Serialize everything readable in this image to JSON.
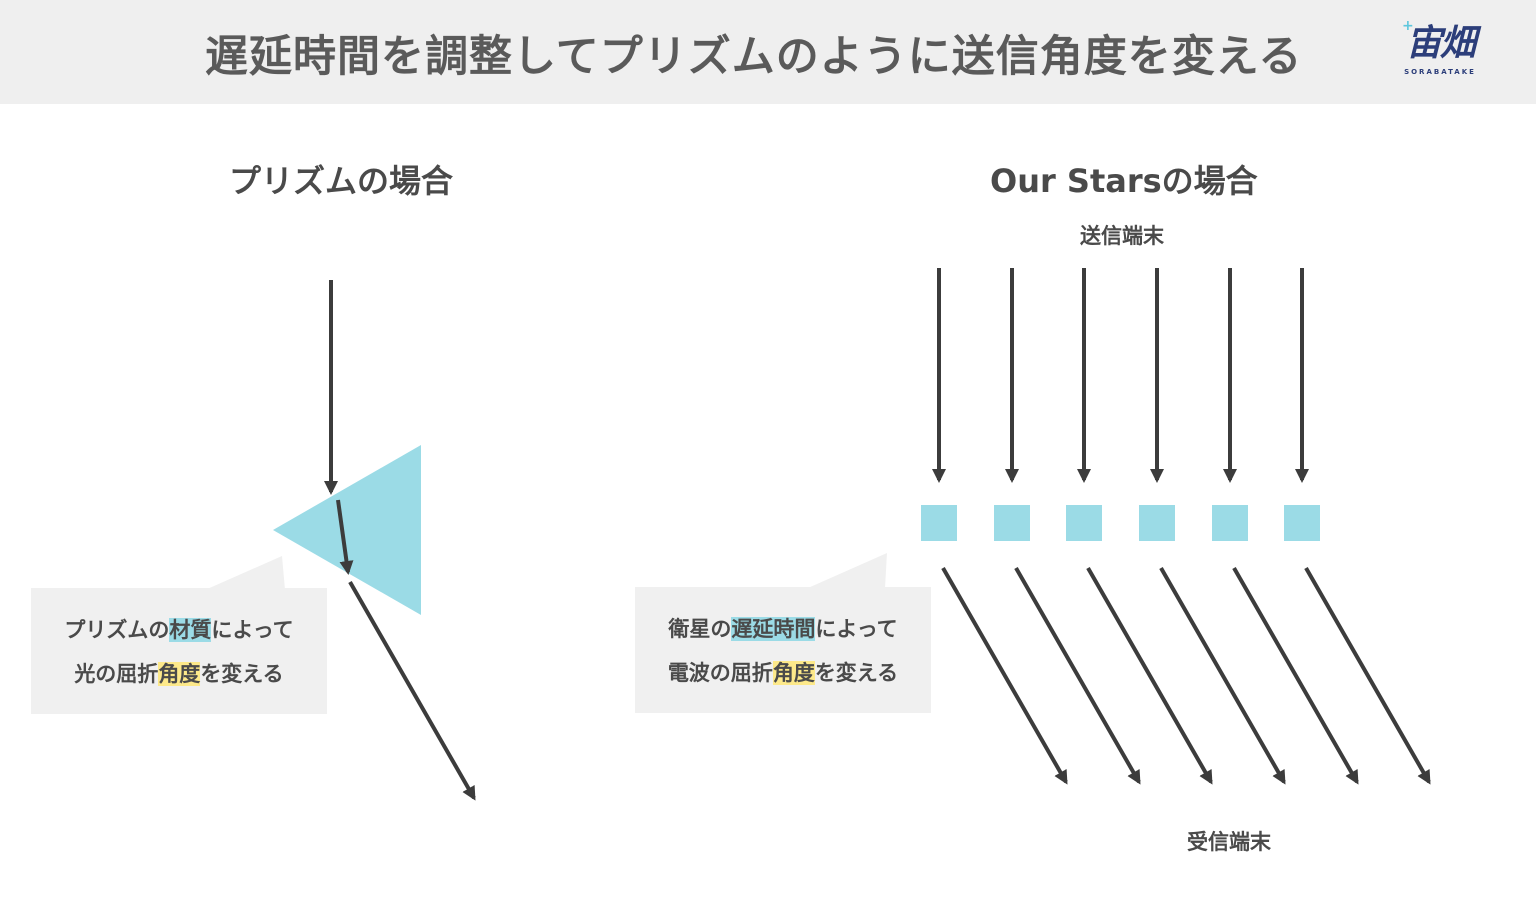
{
  "header": {
    "title": "遅延時間を調整してプリズムのように送信角度を変える",
    "logo_text": "宙畑",
    "logo_sub": "SORABATAKE"
  },
  "colors": {
    "accent_cyan": "#9bdbe6",
    "highlight_yellow": "#fde98a",
    "arrow": "#3c3c3c",
    "header_bg": "#efefef",
    "callout_bg": "#f0f0f0"
  },
  "left": {
    "title": "プリズムの場合",
    "callout": {
      "line1_pre": "プリズムの",
      "line1_hl": "材質",
      "line1_post": "によって",
      "line2_pre": "光の屈折",
      "line2_hl": "角度",
      "line2_post": "を変える"
    }
  },
  "right": {
    "title": "Our Starsの場合",
    "sender_label": "送信端末",
    "receiver_label": "受信端末",
    "callout": {
      "line1_pre": "衛星の",
      "line1_hl": "遅延時間",
      "line1_post": "によって",
      "line2_pre": "電波の屈折",
      "line2_hl": "角度",
      "line2_post": "を変える"
    },
    "satellite_count": 6
  }
}
